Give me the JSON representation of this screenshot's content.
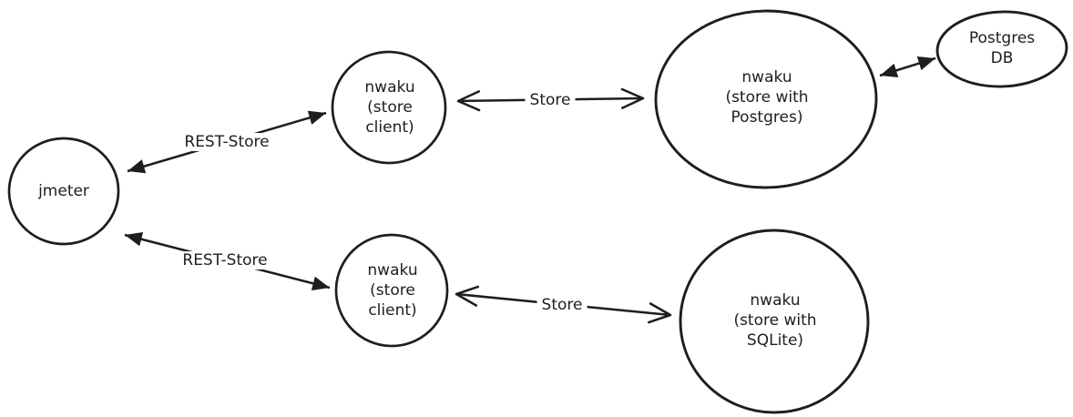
{
  "canvas": {
    "background_color": "#ffffff",
    "stroke_color": "#1e1e1e",
    "text_color": "#1e1e1e",
    "style": "hand-drawn-sketch"
  },
  "nodes": [
    {
      "id": "jmeter",
      "shape": "circle",
      "label": "jmeter"
    },
    {
      "id": "nwaku-store-client-top",
      "shape": "circle",
      "label": "nwaku\n(store\nclient)"
    },
    {
      "id": "nwaku-store-postgres",
      "shape": "ellipse",
      "label": "nwaku\n(store with\nPostgres)"
    },
    {
      "id": "postgres-db",
      "shape": "ellipse",
      "label": "Postgres\nDB"
    },
    {
      "id": "nwaku-store-client-bottom",
      "shape": "circle",
      "label": "nwaku\n(store\nclient)"
    },
    {
      "id": "nwaku-store-sqlite",
      "shape": "circle",
      "label": "nwaku\n(store with\nSQLite)"
    }
  ],
  "edges": [
    {
      "id": "jmeter-to-client-top",
      "from": "jmeter",
      "to": "nwaku-store-client-top",
      "label": "REST-Store",
      "arrowheads": "filled-both-ends"
    },
    {
      "id": "client-top-to-postgres-node",
      "from": "nwaku-store-client-top",
      "to": "nwaku-store-postgres",
      "label": "Store",
      "arrowheads": "open-both-ends"
    },
    {
      "id": "postgres-node-to-db",
      "from": "nwaku-store-postgres",
      "to": "postgres-db",
      "label": "",
      "arrowheads": "filled-both-ends"
    },
    {
      "id": "jmeter-to-client-bottom",
      "from": "jmeter",
      "to": "nwaku-store-client-bottom",
      "label": "REST-Store",
      "arrowheads": "filled-both-ends"
    },
    {
      "id": "client-bottom-to-sqlite-node",
      "from": "nwaku-store-client-bottom",
      "to": "nwaku-store-sqlite",
      "label": "Store",
      "arrowheads": "open-both-ends"
    }
  ]
}
